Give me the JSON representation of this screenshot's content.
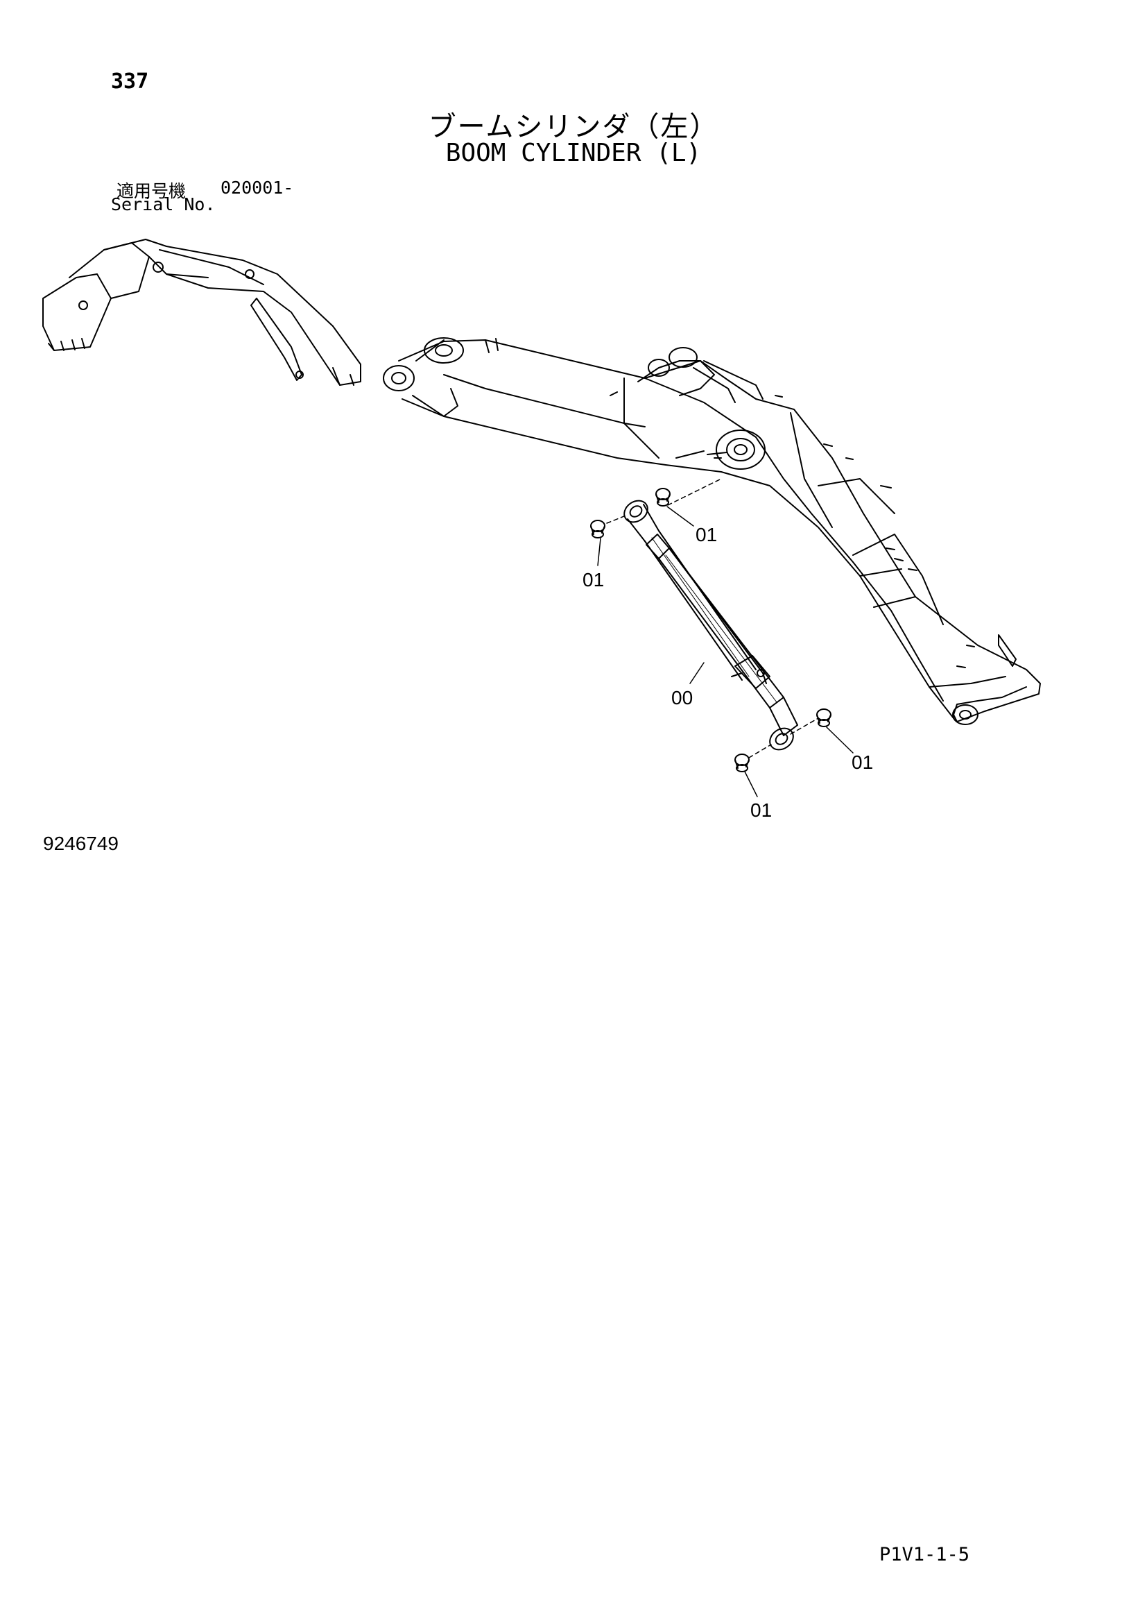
{
  "header": {
    "page_number": "337",
    "title_ja": "ブームシリンダ（左）",
    "title_en": "BOOM CYLINDER (L)",
    "serial_label_ja": "適用号機",
    "serial_range": "020001-",
    "serial_label_en": "Serial No."
  },
  "callouts": [
    "01",
    "01",
    "00",
    "01",
    "01"
  ],
  "footer": {
    "doc_number": "9246749",
    "figure_code": "P1V1-1-5"
  }
}
